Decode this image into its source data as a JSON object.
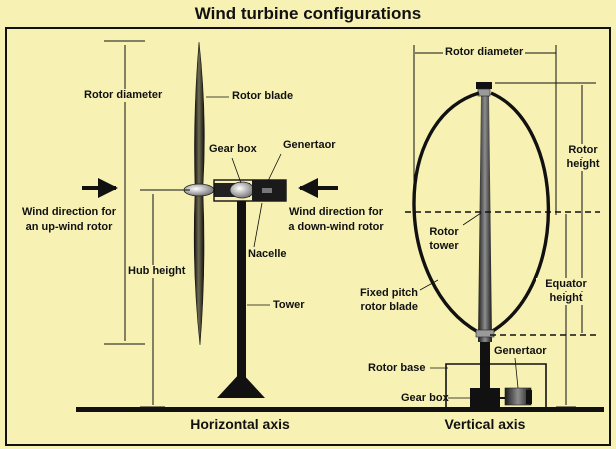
{
  "title": "Wind turbine configurations",
  "horizontal": {
    "axis_label": "Horizontal axis",
    "rotor_diameter": "Rotor diameter",
    "rotor_blade": "Rotor blade",
    "gear_box": "Gear box",
    "generator": "Genertaor",
    "wind_up_line1": "Wind direction for",
    "wind_up_line2": "an up-wind rotor",
    "wind_down_line1": "Wind direction for",
    "wind_down_line2": "a down-wind rotor",
    "nacelle": "Nacelle",
    "hub_height": "Hub height",
    "tower": "Tower"
  },
  "vertical": {
    "axis_label": "Vertical axis",
    "rotor_diameter": "Rotor diameter",
    "rotor_height_line1": "Rotor",
    "rotor_height_line2": "height",
    "rotor_tower_line1": "Rotor",
    "rotor_tower_line2": "tower",
    "equator_height_line1": "Equator",
    "equator_height_line2": "height",
    "blade_line1": "Fixed pitch",
    "blade_line2": "rotor blade",
    "rotor_base": "Rotor base",
    "generator": "Genertaor",
    "gear_box": "Gear box"
  },
  "colors": {
    "background": "#f7f1b3",
    "ink": "#111111",
    "steel": "#9a9a9a"
  }
}
